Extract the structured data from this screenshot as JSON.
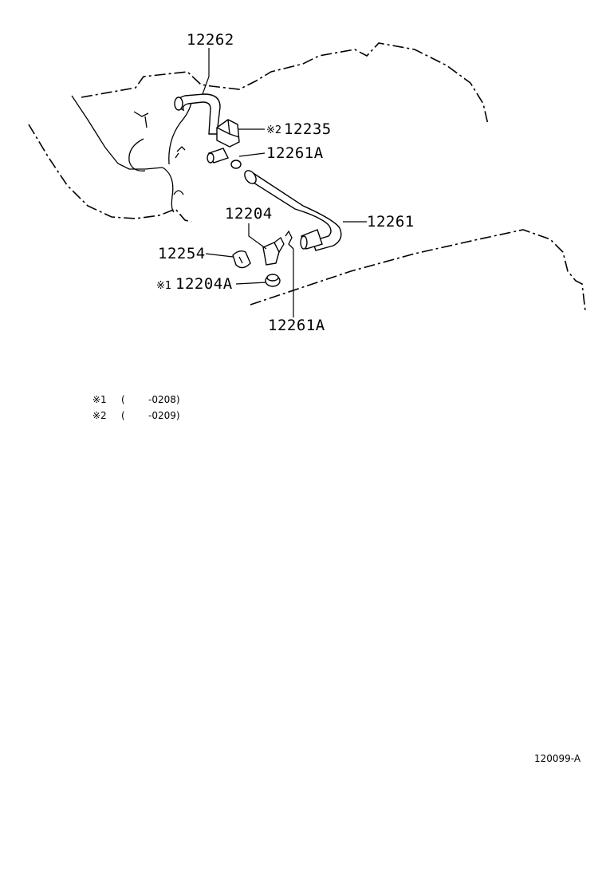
{
  "parts": {
    "p12262": "12262",
    "p12235": "12235",
    "p12261A_top": "12261A",
    "p12261": "12261",
    "p12204": "12204",
    "p12254": "12254",
    "p12204A": "12204A",
    "p12261A_bottom": "12261A"
  },
  "markers": {
    "m2_top": "※2",
    "m1_left": "※1"
  },
  "notes": [
    {
      "mark": "※1",
      "paren": "(",
      "range": "-0208)"
    },
    {
      "mark": "※2",
      "paren": "(",
      "range": "-0209)"
    }
  ],
  "reference_code": "120099-A"
}
